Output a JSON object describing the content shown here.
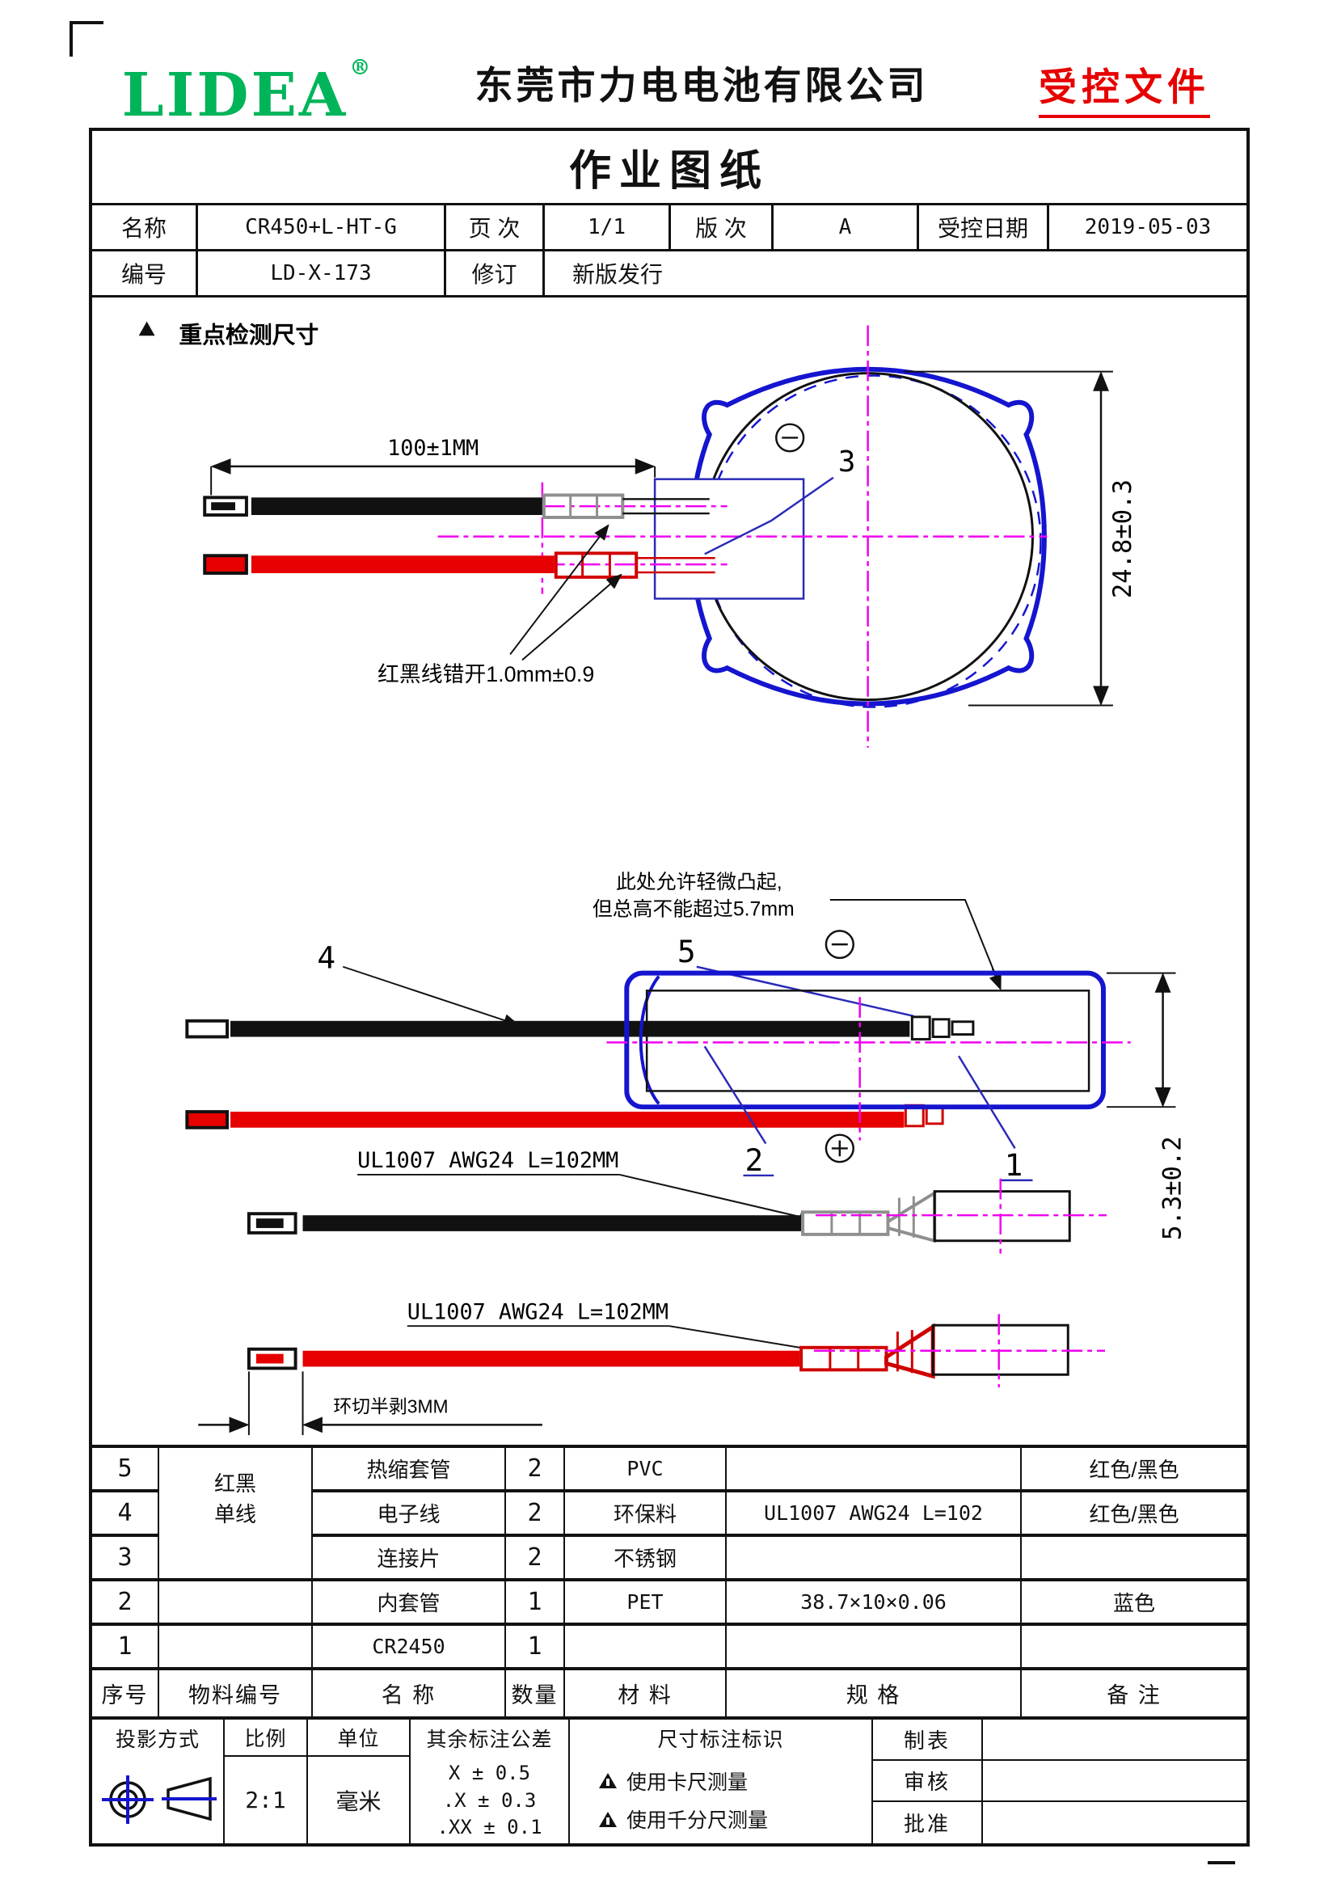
{
  "header": {
    "logo": "LIDEA",
    "reg": "®",
    "company": "东莞市力电电池有限公司",
    "stamp": "受控文件"
  },
  "title_block": {
    "title": "作业图纸",
    "name_label": "名称",
    "name_value": "CR450+L-HT-G",
    "page_label": "页 次",
    "page_value": "1/1",
    "rev_label": "版 次",
    "rev_value": "A",
    "date_label": "受控日期",
    "date_value": "2019-05-03",
    "code_label": "编号",
    "code_value": "LD-X-173",
    "revise_label": "修订",
    "revise_value": "新版发行"
  },
  "drawing": {
    "key_note": "重点检测尺寸",
    "top_view": {
      "dim_length": "100±1MM",
      "dim_diameter": "24.8±0.3",
      "offset_note": "红黑线错开1.0mm±0.9",
      "callout_3": "3",
      "negative_symbol": "−"
    },
    "side_view": {
      "bulge_note_line1": "此处允许轻微凸起,",
      "bulge_note_line2": "但总高不能超过5.7mm",
      "dim_height": "5.3±0.2",
      "callout_1": "1",
      "callout_2": "2",
      "callout_4": "4",
      "callout_5": "5",
      "negative_symbol": "−",
      "positive_symbol": "+"
    },
    "wire_view": {
      "black_wire_label": "UL1007 AWG24 L=102MM",
      "red_wire_label": "UL1007 AWG24 L=102MM",
      "strip_note": "环切半剥3MM"
    }
  },
  "bom": {
    "headers": [
      "序号",
      "物料编号",
      "名  称",
      "数量",
      "材  料",
      "规  格",
      "备  注"
    ],
    "group_label_1": "红黑",
    "group_label_2": "单线",
    "rows": [
      {
        "no": "5",
        "name": "热缩套管",
        "qty": "2",
        "material": "PVC",
        "spec": "",
        "remark": "红色/黑色"
      },
      {
        "no": "4",
        "name": "电子线",
        "qty": "2",
        "material": "环保料",
        "spec": "UL1007 AWG24 L=102",
        "remark": "红色/黑色"
      },
      {
        "no": "3",
        "name": "连接片",
        "qty": "2",
        "material": "不锈钢",
        "spec": "",
        "remark": ""
      },
      {
        "no": "2",
        "name": "内套管",
        "qty": "1",
        "material": "PET",
        "spec": "38.7×10×0.06",
        "remark": "蓝色"
      },
      {
        "no": "1",
        "name": "CR2450",
        "qty": "1",
        "material": "",
        "spec": "",
        "remark": ""
      }
    ]
  },
  "footer": {
    "projection_label": "投影方式",
    "scale_label": "比例",
    "scale_value": "2:1",
    "unit_label": "单位",
    "unit_value": "毫米",
    "tolerance_label": "其余标注公差",
    "tolerances": [
      "X  ±  0.5",
      ".X  ±  0.3",
      ".XX ±  0.1"
    ],
    "mark_label": "尺寸标注标识",
    "marks": [
      "使用卡尺测量",
      "使用千分尺测量"
    ],
    "sign_rows": [
      "制表",
      "审核",
      "批准"
    ]
  },
  "colors": {
    "logo_green": "#00b45a",
    "stamp_red": "#e60000",
    "wrap_blue": "#1515cf",
    "leader_blue": "#2a2ab8",
    "centerline_magenta": "#f000f0",
    "wire_red": "#e60000",
    "crimp_gray": "#8f8f8f"
  }
}
